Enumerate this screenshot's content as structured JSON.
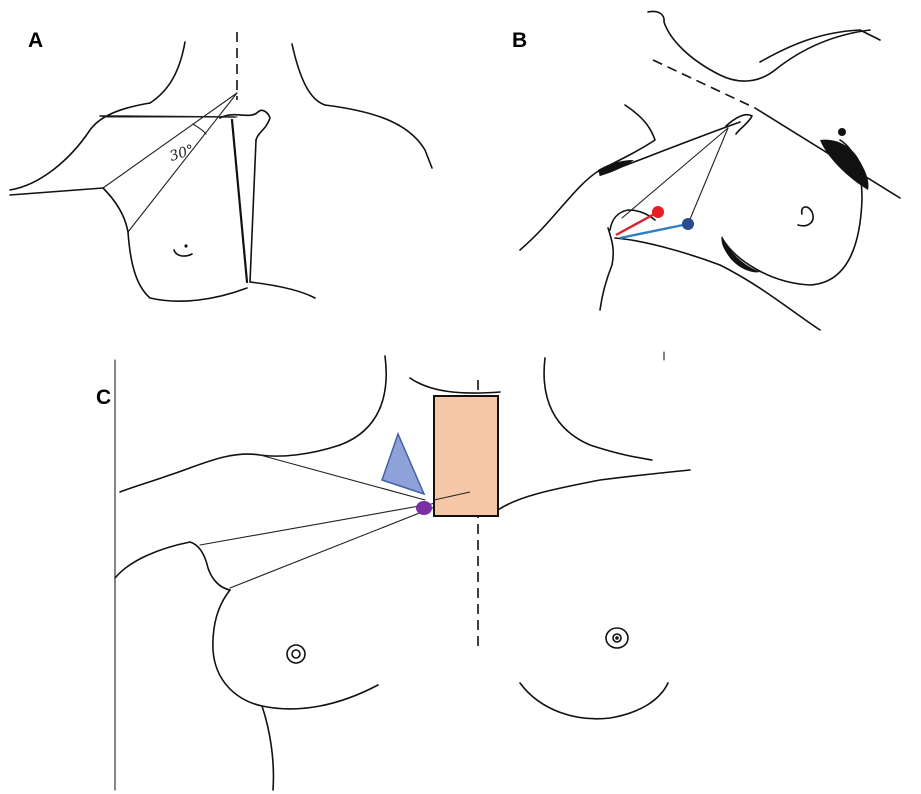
{
  "panels": {
    "a": {
      "label": "A",
      "angle_label": "30°"
    },
    "b": {
      "label": "B"
    },
    "c": {
      "label": "C"
    }
  },
  "colors": {
    "red_marker": "#e81c24",
    "red_line": "#d9232a",
    "blue_marker": "#2a4b8d",
    "blue_line": "#2e7fc1",
    "triangle_fill": "#8ea2d9",
    "triangle_stroke": "#4060a8",
    "rectangle_fill": "#f6c7a6",
    "purple_marker": "#7b2fa6"
  }
}
